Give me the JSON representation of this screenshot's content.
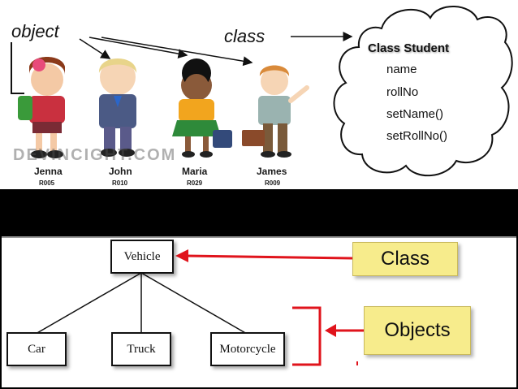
{
  "top": {
    "object_label": "object",
    "class_label": "class",
    "watermark": "DEVINCIGHT.COM",
    "students": [
      {
        "name": "Jenna",
        "roll": "R005"
      },
      {
        "name": "John",
        "roll": "R010"
      },
      {
        "name": "Maria",
        "roll": "R029"
      },
      {
        "name": "James",
        "roll": "R009"
      }
    ],
    "cloud": {
      "title": "Class Student",
      "members": [
        "name",
        "rollNo",
        "setName()",
        "setRollNo()"
      ]
    }
  },
  "bottom": {
    "class_box": "Vehicle",
    "object_boxes": [
      "Car",
      "Truck",
      "Motorcycle"
    ],
    "class_callout": "Class",
    "objects_callout": "Objects"
  },
  "colors": {
    "arrow_red": "#e0141c",
    "callout_yellow": "#f7ec8c"
  }
}
